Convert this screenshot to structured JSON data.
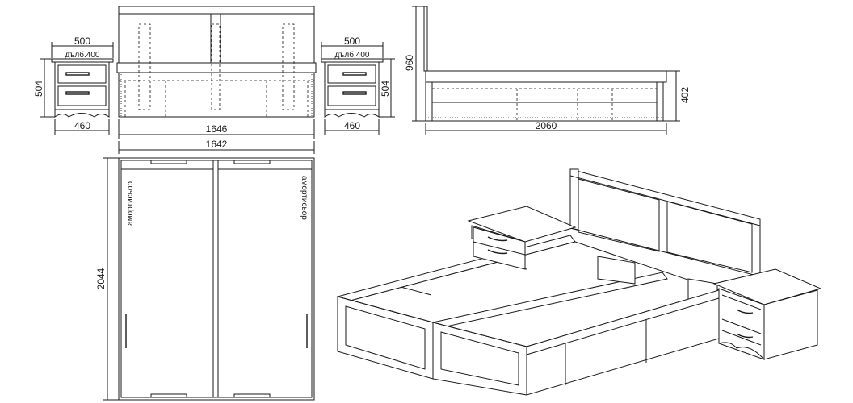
{
  "views": {
    "nightstand_front_left": {
      "width_top": "500",
      "depth_note": "дълб.400",
      "height": "504",
      "width_bottom": "460"
    },
    "bed_front": {
      "inner_width": "1646",
      "outer_width": "1642"
    },
    "nightstand_front_right": {
      "width_top": "500",
      "depth_note": "дълб.400",
      "height": "504",
      "width_bottom": "460"
    },
    "bed_side": {
      "headboard_height": "960",
      "frame_height": "402",
      "length": "2060"
    },
    "bed_top": {
      "length": "2044",
      "left_label": "амортисьор",
      "right_label": "амортисьор"
    }
  }
}
